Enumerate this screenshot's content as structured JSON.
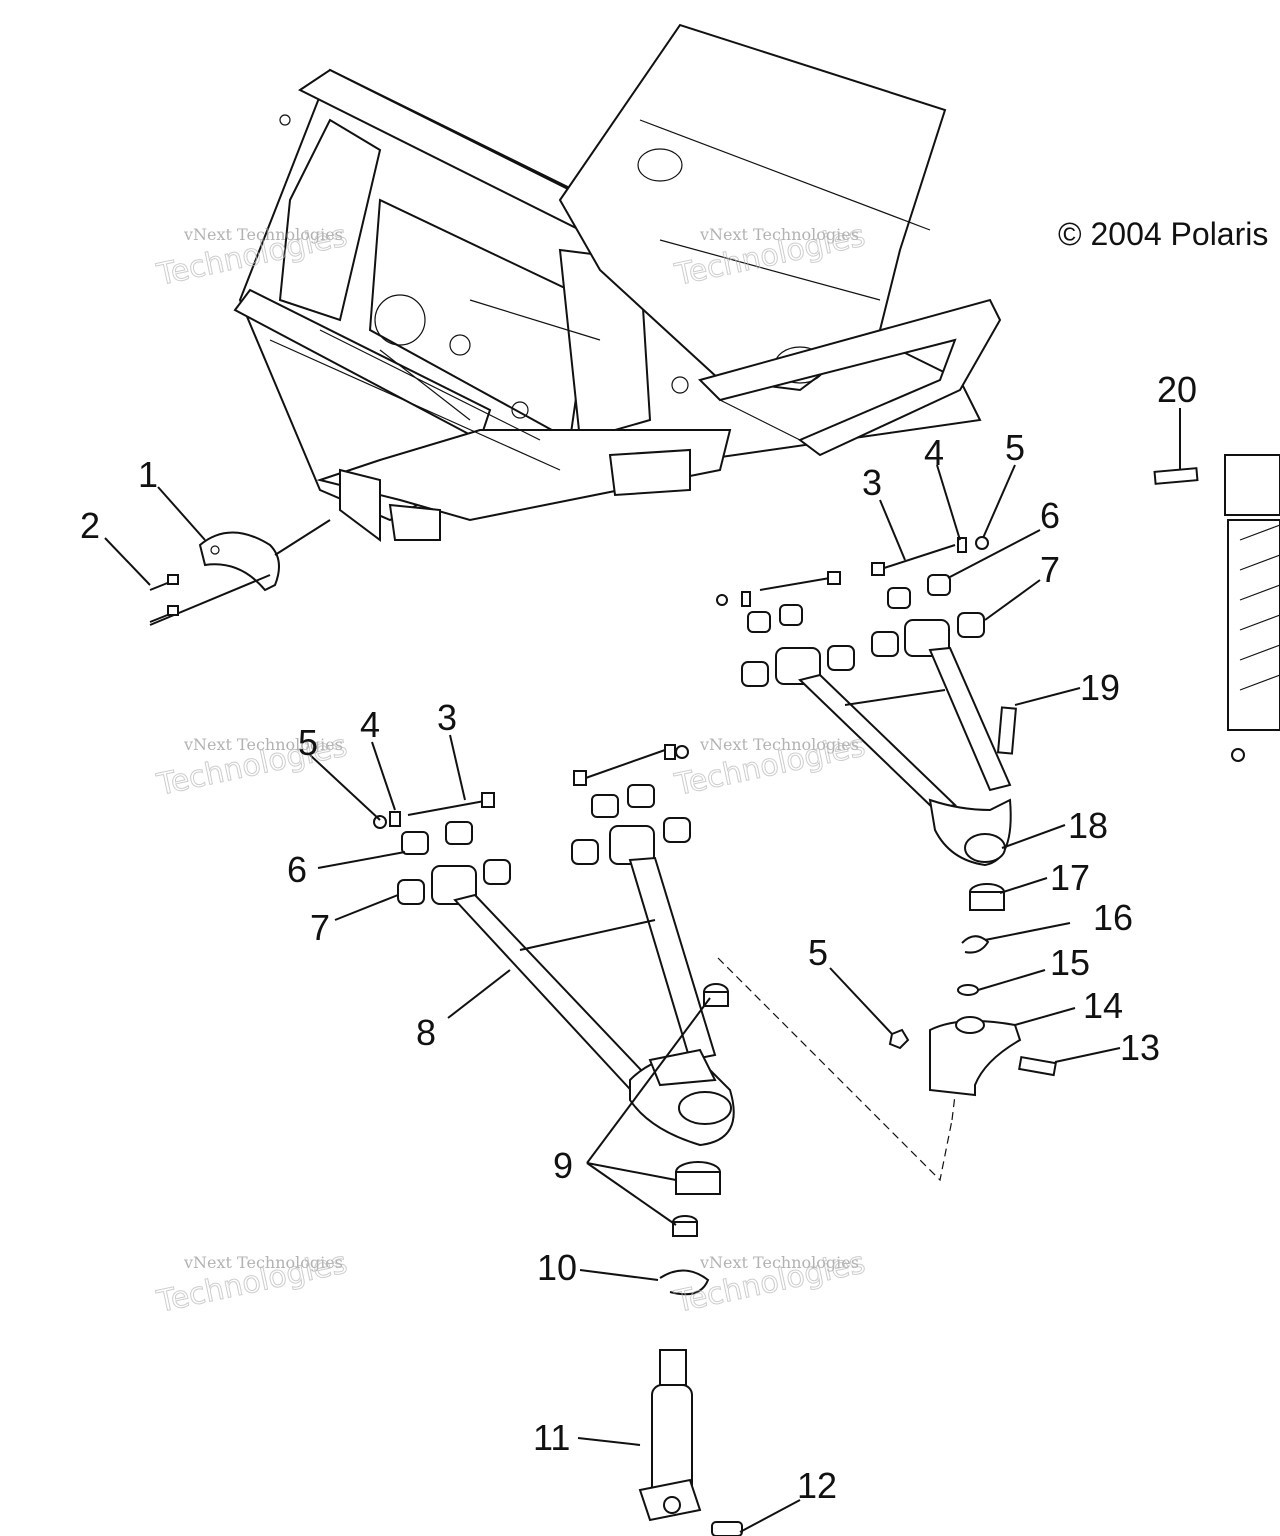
{
  "copyright": "© 2004 Polaris",
  "watermark": {
    "line1": "vNext Technologies",
    "line2": "Technologies",
    "line3": "vNext"
  },
  "callouts": [
    {
      "id": "c1",
      "label": "1"
    },
    {
      "id": "c2",
      "label": "2"
    },
    {
      "id": "c3a",
      "label": "3"
    },
    {
      "id": "c4a",
      "label": "4"
    },
    {
      "id": "c5a",
      "label": "5"
    },
    {
      "id": "c6a",
      "label": "6"
    },
    {
      "id": "c7a",
      "label": "7"
    },
    {
      "id": "c19",
      "label": "19"
    },
    {
      "id": "c20",
      "label": "20"
    },
    {
      "id": "c5b",
      "label": "5"
    },
    {
      "id": "c4b",
      "label": "4"
    },
    {
      "id": "c3b",
      "label": "3"
    },
    {
      "id": "c6b",
      "label": "6"
    },
    {
      "id": "c7b",
      "label": "7"
    },
    {
      "id": "c18",
      "label": "18"
    },
    {
      "id": "c17",
      "label": "17"
    },
    {
      "id": "c16",
      "label": "16"
    },
    {
      "id": "c15",
      "label": "15"
    },
    {
      "id": "c5c",
      "label": "5"
    },
    {
      "id": "c14",
      "label": "14"
    },
    {
      "id": "c13",
      "label": "13"
    },
    {
      "id": "c8",
      "label": "8"
    },
    {
      "id": "c9",
      "label": "9"
    },
    {
      "id": "c10",
      "label": "10"
    },
    {
      "id": "c11",
      "label": "11"
    },
    {
      "id": "c12",
      "label": "12"
    }
  ]
}
